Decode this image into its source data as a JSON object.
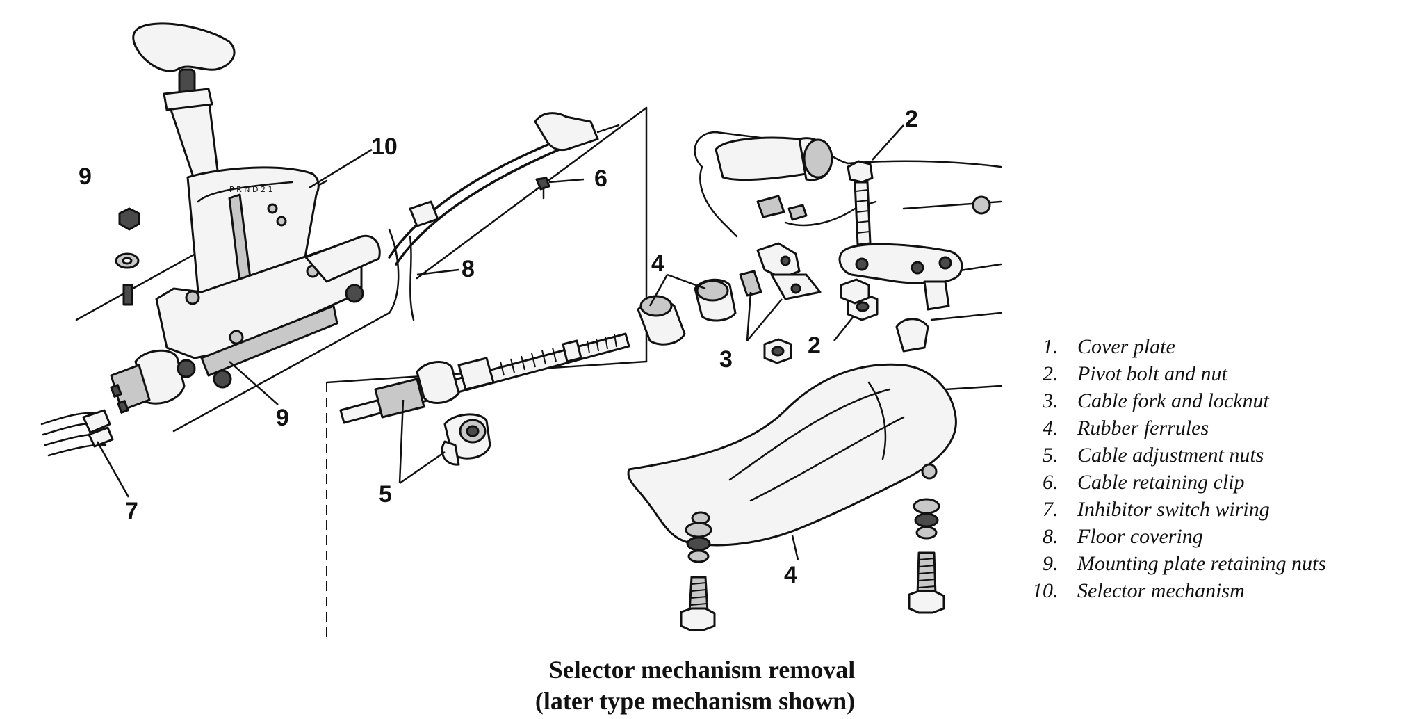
{
  "callouts": {
    "c10": "10",
    "c9_top": "9",
    "c9_bottom": "9",
    "c6": "6",
    "c8": "8",
    "c7": "7",
    "c5": "5",
    "c4_top": "4",
    "c4_bottom": "4",
    "c3": "3",
    "c2_top": "2",
    "c2_mid": "2"
  },
  "legend": {
    "items": [
      {
        "num": "1.",
        "text": "Cover plate"
      },
      {
        "num": "2.",
        "text": "Pivot bolt and nut"
      },
      {
        "num": "3.",
        "text": "Cable fork and locknut"
      },
      {
        "num": "4.",
        "text": "Rubber ferrules"
      },
      {
        "num": "5.",
        "text": "Cable adjustment nuts"
      },
      {
        "num": "6.",
        "text": "Cable retaining clip"
      },
      {
        "num": "7.",
        "text": "Inhibitor switch wiring"
      },
      {
        "num": "8.",
        "text": "Floor covering"
      },
      {
        "num": "9.",
        "text": "Mounting plate retaining nuts"
      },
      {
        "num": "10.",
        "text": "Selector mechanism"
      }
    ]
  },
  "caption": {
    "line1": "Selector mechanism removal",
    "line2": "(later type mechanism shown)"
  }
}
